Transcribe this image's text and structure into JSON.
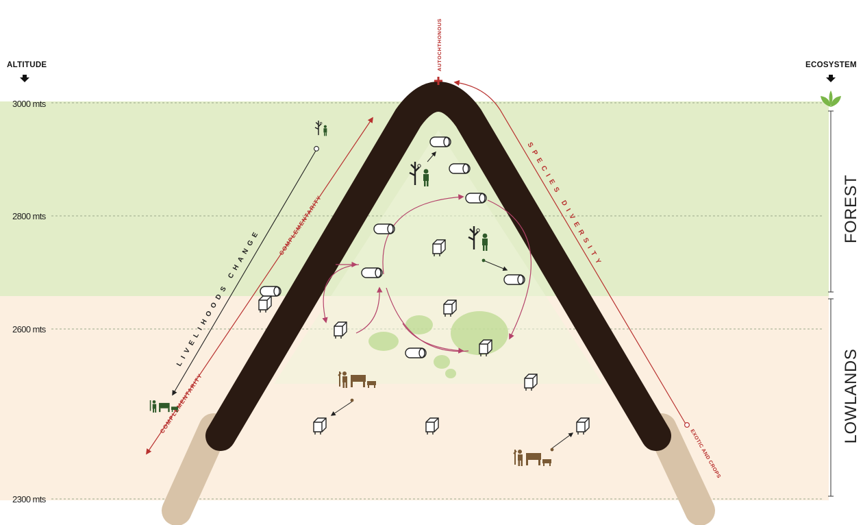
{
  "headers": {
    "altitude": "ALTITUDE",
    "ecosystem": "ECOSYSTEM"
  },
  "altitudes": [
    "3000 mts",
    "2800 mts",
    "2600 mts",
    "2300 mts"
  ],
  "zones": {
    "forest": "FOREST",
    "lowlands": "LOWLANDS"
  },
  "labels": {
    "autochthonous": "AUTOCHTHONOUS",
    "species_diversity": "SPECIES DIVERSITY",
    "livelihoods_change": "LIVELIHOODS CHANGE",
    "complementarity_top": "COMPLEMENTARITY",
    "complementarity_bottom": "COMPLEMENTARITY",
    "exotic_and_crops": "EXOTIC AND CROPS"
  },
  "colors": {
    "forest_band": "#e2edc8",
    "lowland_band": "#fcefe0",
    "mountain": "#2a1a12",
    "mountain_base": "#d8c3a8",
    "accent_red": "#b8312f",
    "arrow_pink": "#b4436a",
    "leaf_green": "#7ab648",
    "dark_green": "#2f5a2a",
    "brown": "#7a5a35"
  }
}
